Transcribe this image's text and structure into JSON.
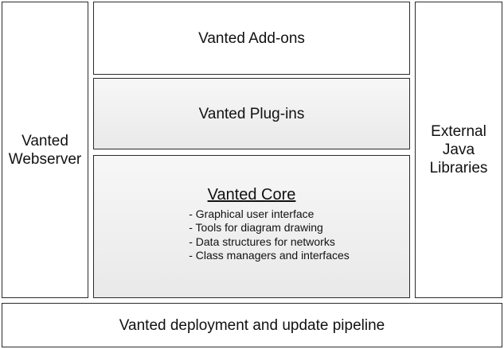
{
  "diagram": {
    "webserver": {
      "lines": [
        "Vanted",
        "Webserver"
      ]
    },
    "addons": "Vanted Add-ons",
    "plugins": "Vanted Plug-ins",
    "core": {
      "title": "Vanted Core",
      "items": [
        "Graphical user interface",
        "Tools for diagram drawing",
        "Data structures for networks",
        "Class managers and interfaces"
      ]
    },
    "external": {
      "lines": [
        "External",
        "Java",
        "Libraries"
      ]
    },
    "pipeline": "Vanted deployment and update pipeline"
  }
}
